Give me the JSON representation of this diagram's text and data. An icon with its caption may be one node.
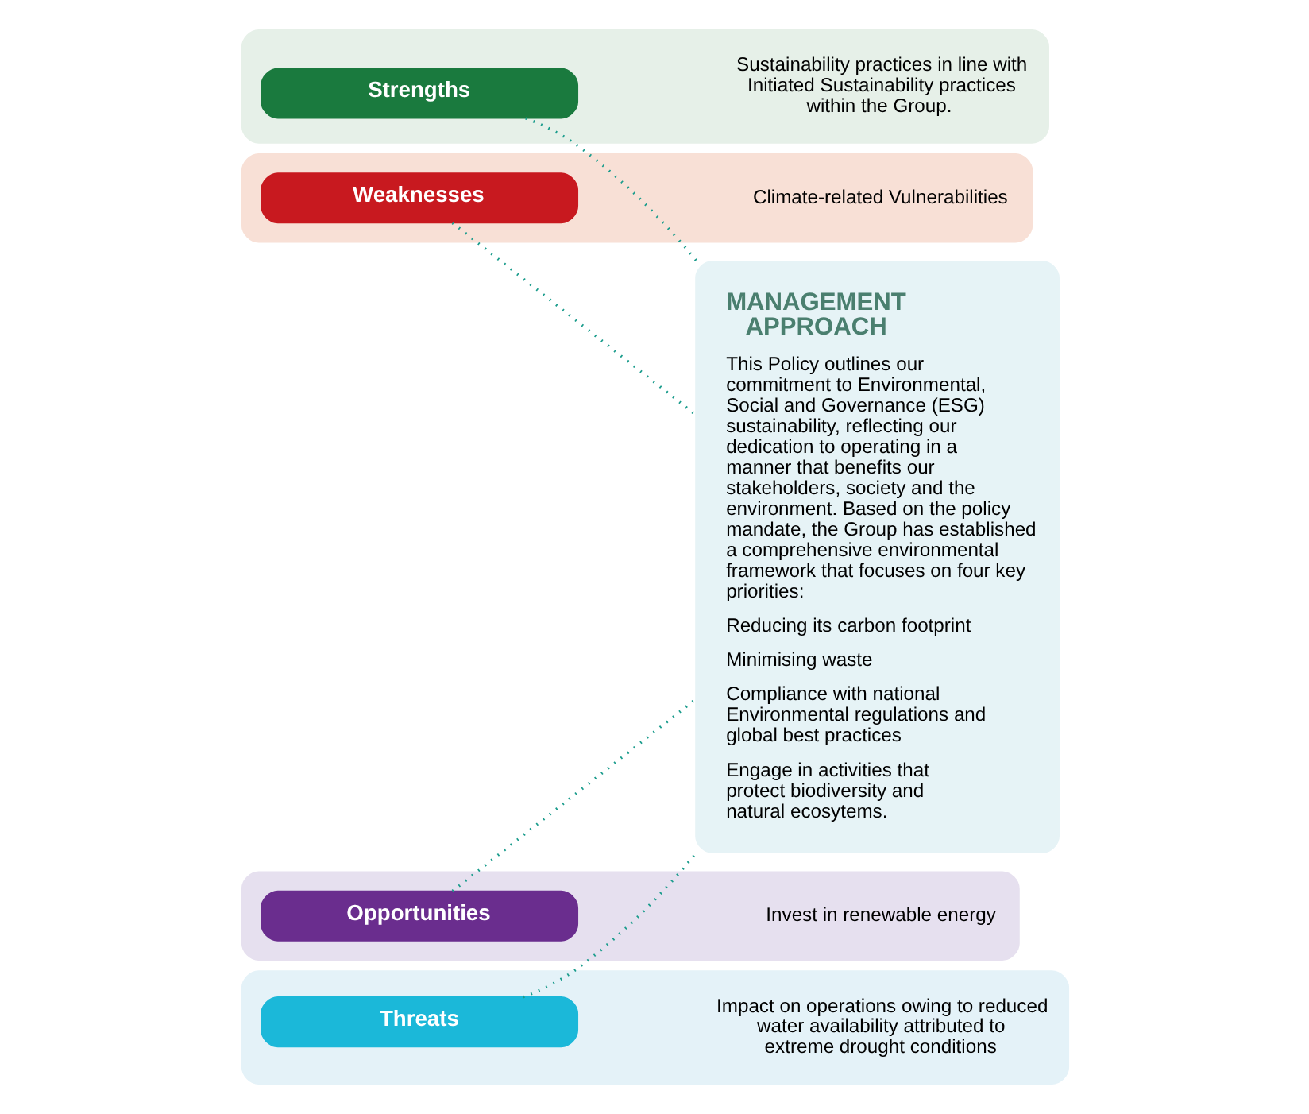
{
  "diagram": {
    "nodes": [
      {
        "text": [
          "Sustainability practices in line with Initiated Sustainability practices within the Group."
        ]
      },
      {
        "text": [
          "Strengths"
        ],
        "in": 0
      },
      {
        "text": [
          "Climate-related Vulnerabilities"
        ]
      },
      {
        "text": [
          "Weaknesses"
        ],
        "in": 2
      },
      {
        "text": [
          "Invest in renewable energy"
        ]
      },
      {
        "text": [
          "Opportunities"
        ],
        "in": 4
      },
      {
        "text": [
          "Impact on operations owing to reduced water availability attributed to extreme drought conditions"
        ]
      },
      {
        "text": [
          "Threats"
        ],
        "in": 6
      },
      {
        "text": [
          "MANAGEMENT APPROACH",
          "This Policy outlines our commitment to Environmental, Social and Governance (ESG) sustainability, reflecting our dedication to operating in a manner that benefits our stakeholders, society and the environment. Based on the policy mandate, the Group has established a comprehensive environmental framework that focuses on four key priorities:",
          "Reducing its carbon footprint",
          "Minimising waste",
          "Compliance with national Environmental regulations and global best practices",
          "Engage in activities that protect biodiversity and natural ecosytems."
        ]
      }
    ],
    "edges": [
      {
        "from": 1,
        "to": 8,
        "arrow": "none",
        "style": "dashed"
      },
      {
        "from": 3,
        "to": 8,
        "arrow": "none",
        "style": "dashed"
      },
      {
        "from": 5,
        "to": 8,
        "arrow": "none",
        "style": "dashed"
      },
      {
        "from": 7,
        "to": 8,
        "arrow": "none",
        "style": "dashed"
      }
    ]
  }
}
